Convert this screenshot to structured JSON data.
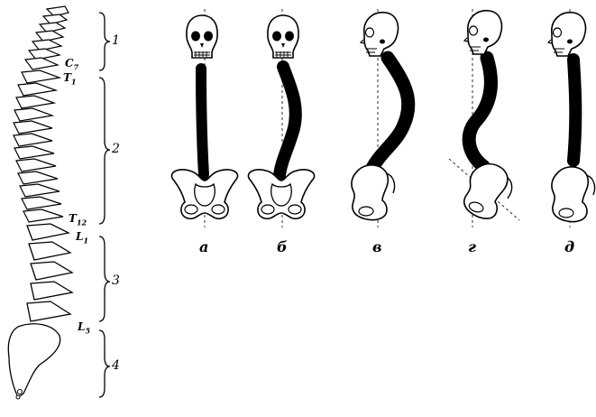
{
  "spine": {
    "region_numbers": [
      "1",
      "2",
      "3",
      "4"
    ],
    "vertebra_labels": [
      {
        "letter": "C",
        "index": "7"
      },
      {
        "letter": "T",
        "index": "1"
      },
      {
        "letter": "T",
        "index": "12"
      },
      {
        "letter": "L",
        "index": "1"
      },
      {
        "letter": "L",
        "index": "5"
      }
    ]
  },
  "postures": [
    {
      "label": "а"
    },
    {
      "label": "б"
    },
    {
      "label": "в"
    },
    {
      "label": "г"
    },
    {
      "label": "д"
    }
  ]
}
